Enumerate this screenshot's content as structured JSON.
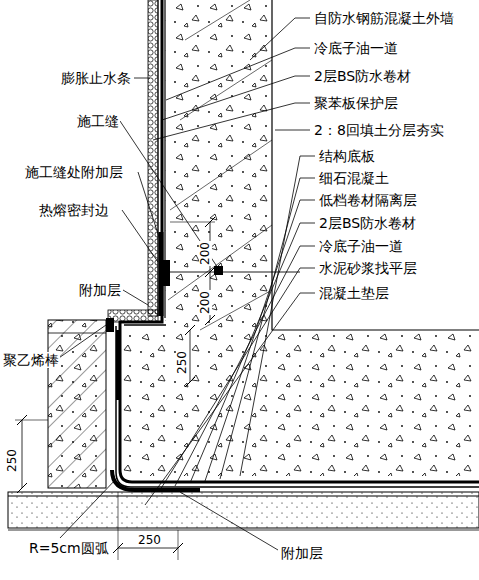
{
  "diagram": {
    "labels": [
      "自防水钢筋混凝土外墙",
      "冷底子油一道",
      "2层BS防水卷材",
      "聚苯板保护层",
      "2：8回填土分层夯实",
      "结构底板",
      "细石混凝土",
      "低档卷材隔离层",
      "2层BS防水卷材",
      "冷底子油一道",
      "水泥砂浆找平层",
      "混凝土垫层",
      "膨胀止水条",
      "施工缝",
      "施工缝处附加层",
      "热熔密封边",
      "附加层",
      "聚乙烯棒",
      "R=5cm圆弧",
      "附加层",
      "200",
      "200",
      "250",
      "250",
      "250"
    ]
  }
}
